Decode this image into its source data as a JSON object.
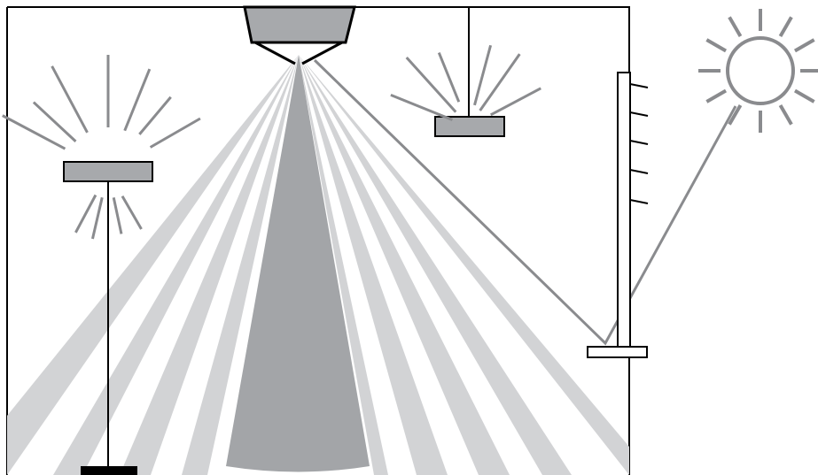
{
  "diagram": {
    "colors": {
      "background": "#ffffff",
      "outline": "#000000",
      "ray_light": "#d2d3d5",
      "ray_dark": "#a3a5a8",
      "fixture": "#a7a9ac",
      "glare_line": "#8a8b8e"
    },
    "components": [
      "room-outline",
      "ceiling-projector",
      "light-cone",
      "floor-lamp",
      "pendant-lamp",
      "window-blind",
      "sun-icon",
      "reflected-sun-ray"
    ],
    "blind_slat_count": 5,
    "sun_ray_count": 12
  }
}
